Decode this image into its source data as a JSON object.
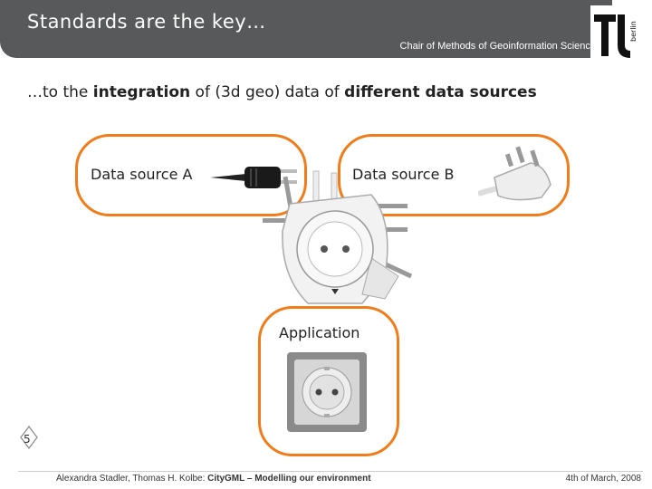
{
  "header": {
    "title": "Standards are the key…",
    "chair": "Chair of Methods of Geoinformation Science",
    "logo_text": "berlin"
  },
  "subtitle": {
    "p1": "…to the ",
    "b1": "integration",
    "p2": " of (3d geo) data of ",
    "b2": "different data sources"
  },
  "boxes": {
    "a": "Data source A",
    "b": "Data source B",
    "app": "Application"
  },
  "footer": {
    "page": "5",
    "authors": "Alexandra Stadler, Thomas H. Kolbe: ",
    "bold": "CityGML",
    "rest": " – Modelling our environment",
    "date": "4th of March, 2008"
  },
  "colors": {
    "accent": "#f07d1a",
    "header": "#58595b"
  }
}
